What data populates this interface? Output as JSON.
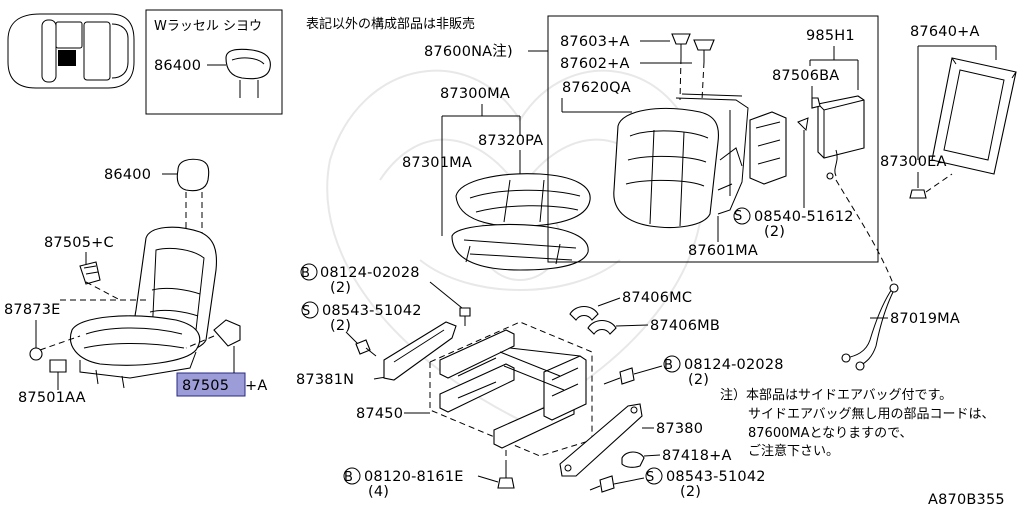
{
  "header": {
    "notice_not_sold": "表記以外の構成部品は非販売",
    "inset_title": "Wラッセル シヨウ",
    "drawing_code": "A870B355"
  },
  "parts": {
    "headrest_inset": "86400",
    "headrest": "86400",
    "p87505c": "87505+C",
    "p87873e": "87873E",
    "p87501aa": "87501AA",
    "p87505a_main": "87505",
    "p87505a_suffix": "+A",
    "p87300ma": "87300MA",
    "p87320pa": "87320PA",
    "p87301ma": "87301MA",
    "p87600na": "87600NA注)",
    "p87603a": "87603+A",
    "p87602a": "87602+A",
    "p87620qa": "87620QA",
    "p985h1": "985H1",
    "p87506ba": "87506BA",
    "p87640a": "87640+A",
    "p87300ea": "87300EA",
    "p87601ma": "87601MA",
    "p87019ma": "87019MA",
    "p87406mc": "87406MC",
    "p87406mb": "87406MB",
    "p87381n": "87381N",
    "p87450": "87450",
    "p87380": "87380",
    "p87418a": "87418+A"
  },
  "fasteners": {
    "b1_num": "08124-02028",
    "b1_qty": "(2)",
    "b1_symbol": "B",
    "s1_num": "08543-51042",
    "s1_qty": "(2)",
    "s1_symbol": "S",
    "s2_num": "08540-51612",
    "s2_qty": "(2)",
    "s2_symbol": "S",
    "b2_num": "08124-02028",
    "b2_qty": "(2)",
    "b2_symbol": "B",
    "b3_num": "08120-8161E",
    "b3_qty": "(4)",
    "b3_symbol": "B",
    "s3_num": "08543-51042",
    "s3_qty": "(2)",
    "s3_symbol": "S"
  },
  "note": {
    "line1": "注）本部品はサイドエアバッグ付です。",
    "line2": "サイドエアバッグ無し用の部品コードは、",
    "line3": "87600MAとなりますので、",
    "line4": "ご注意下さい。"
  },
  "colors": {
    "highlight": "#9c9cd8",
    "line": "#000000",
    "watermark": "#e8e8e8"
  }
}
